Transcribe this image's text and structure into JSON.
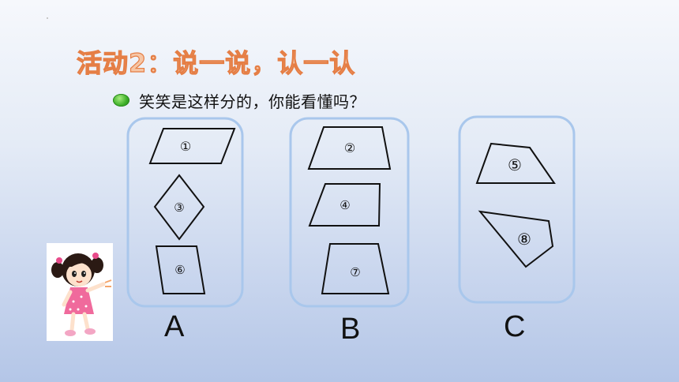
{
  "slide": {
    "title": "活动2：说一说，认一认",
    "bullet": "笑笑是这样分的，你能看懂吗？"
  },
  "groups": [
    {
      "label": "A",
      "shapes": [
        {
          "number": "①",
          "kind": "parallelogram"
        },
        {
          "number": "③",
          "kind": "rhombus"
        },
        {
          "number": "⑥",
          "kind": "parallelogram"
        }
      ]
    },
    {
      "label": "B",
      "shapes": [
        {
          "number": "②",
          "kind": "trapezoid"
        },
        {
          "number": "④",
          "kind": "trapezoid"
        },
        {
          "number": "⑦",
          "kind": "trapezoid"
        }
      ]
    },
    {
      "label": "C",
      "shapes": [
        {
          "number": "⑤",
          "kind": "quadrilateral"
        },
        {
          "number": "⑧",
          "kind": "quadrilateral"
        }
      ]
    }
  ],
  "colors": {
    "title_fill": "#f6c6a6",
    "title_stroke": "#e57e45",
    "group_border": "#a9c7ec",
    "bullet": "#3fb02b"
  },
  "illustration": {
    "icon": "girl-pointing-icon"
  }
}
